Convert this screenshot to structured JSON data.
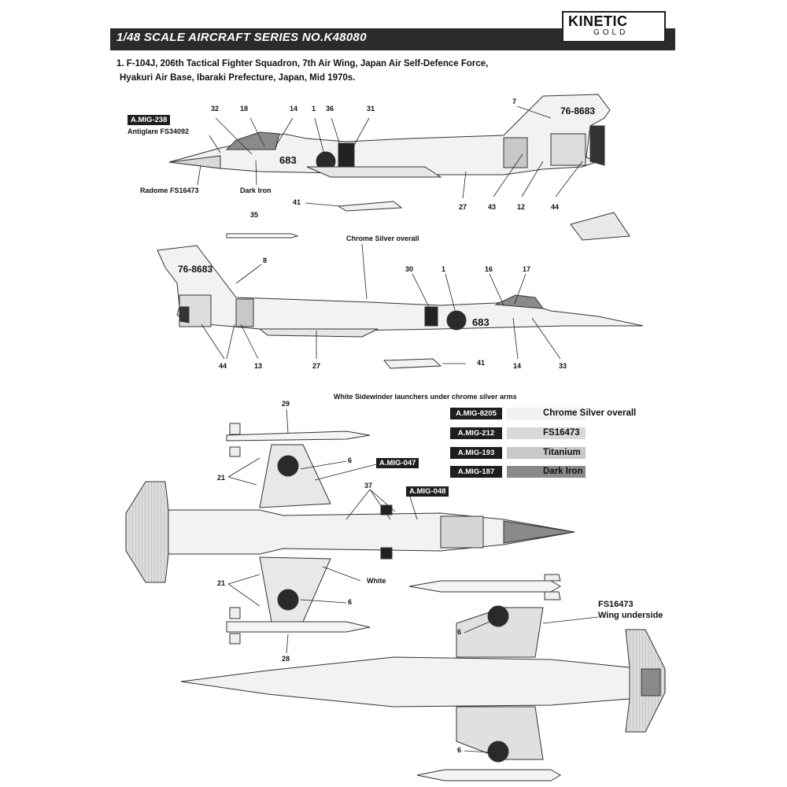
{
  "header": {
    "title": "1/48 SCALE  AIRCRAFT  SERIES NO.K48080",
    "logo_top": "KINETIC",
    "logo_bottom": "GOLD"
  },
  "subtitle": {
    "line1": "1. F-104J, 206th Tactical Fighter Squadron, 7th Air Wing, Japan Air Self-Defence Force,",
    "line2": "Hyakuri Air Base, Ibaraki Prefecture, Japan, Mid 1970s."
  },
  "side_view_1": {
    "paint_code": "A.MIG-238",
    "antiglare": "Antiglare FS34092",
    "radome": "Radome FS16473",
    "dark_iron": "Dark Iron",
    "serial": "683",
    "tail_code": "76-8683",
    "callouts": [
      "32",
      "18",
      "14",
      "1",
      "36",
      "31",
      "7",
      "43",
      "12",
      "44",
      "27",
      "41"
    ]
  },
  "side_view_2": {
    "overall": "Chrome Silver overall",
    "serial": "683",
    "tail_code": "76-8683",
    "callouts": [
      "35",
      "8",
      "30",
      "1",
      "16",
      "17",
      "44",
      "13",
      "27",
      "14",
      "33",
      "41"
    ]
  },
  "top_view": {
    "launchers_note": "White Sidewinder launchers under chrome silver arms",
    "code_a": "A.MIG-047",
    "code_b": "A.MIG-048",
    "white": "White",
    "callouts": [
      "29",
      "6",
      "21",
      "37",
      "21",
      "6",
      "28"
    ]
  },
  "bottom_view": {
    "note_line1": "FS16473",
    "note_line2": "Wing underside",
    "callouts": [
      "6",
      "6"
    ]
  },
  "legend": [
    {
      "code": "A.MIG-8205",
      "label": "Chrome Silver overall",
      "color": "#f1f1f1"
    },
    {
      "code": "A.MIG-212",
      "label": "FS16473",
      "color": "#d9d9d9"
    },
    {
      "code": "A.MIG-193",
      "label": "Titanium",
      "color": "#c8c8c8"
    },
    {
      "code": "A.MIG-187",
      "label": "Dark Iron",
      "color": "#8a8a8a"
    }
  ],
  "colors": {
    "header_bg": "#2b2b2b",
    "aircraft_fill": "#f2f2f2",
    "hinomaru": "#2a2a2a",
    "dark_iron": "#8a8a8a"
  }
}
